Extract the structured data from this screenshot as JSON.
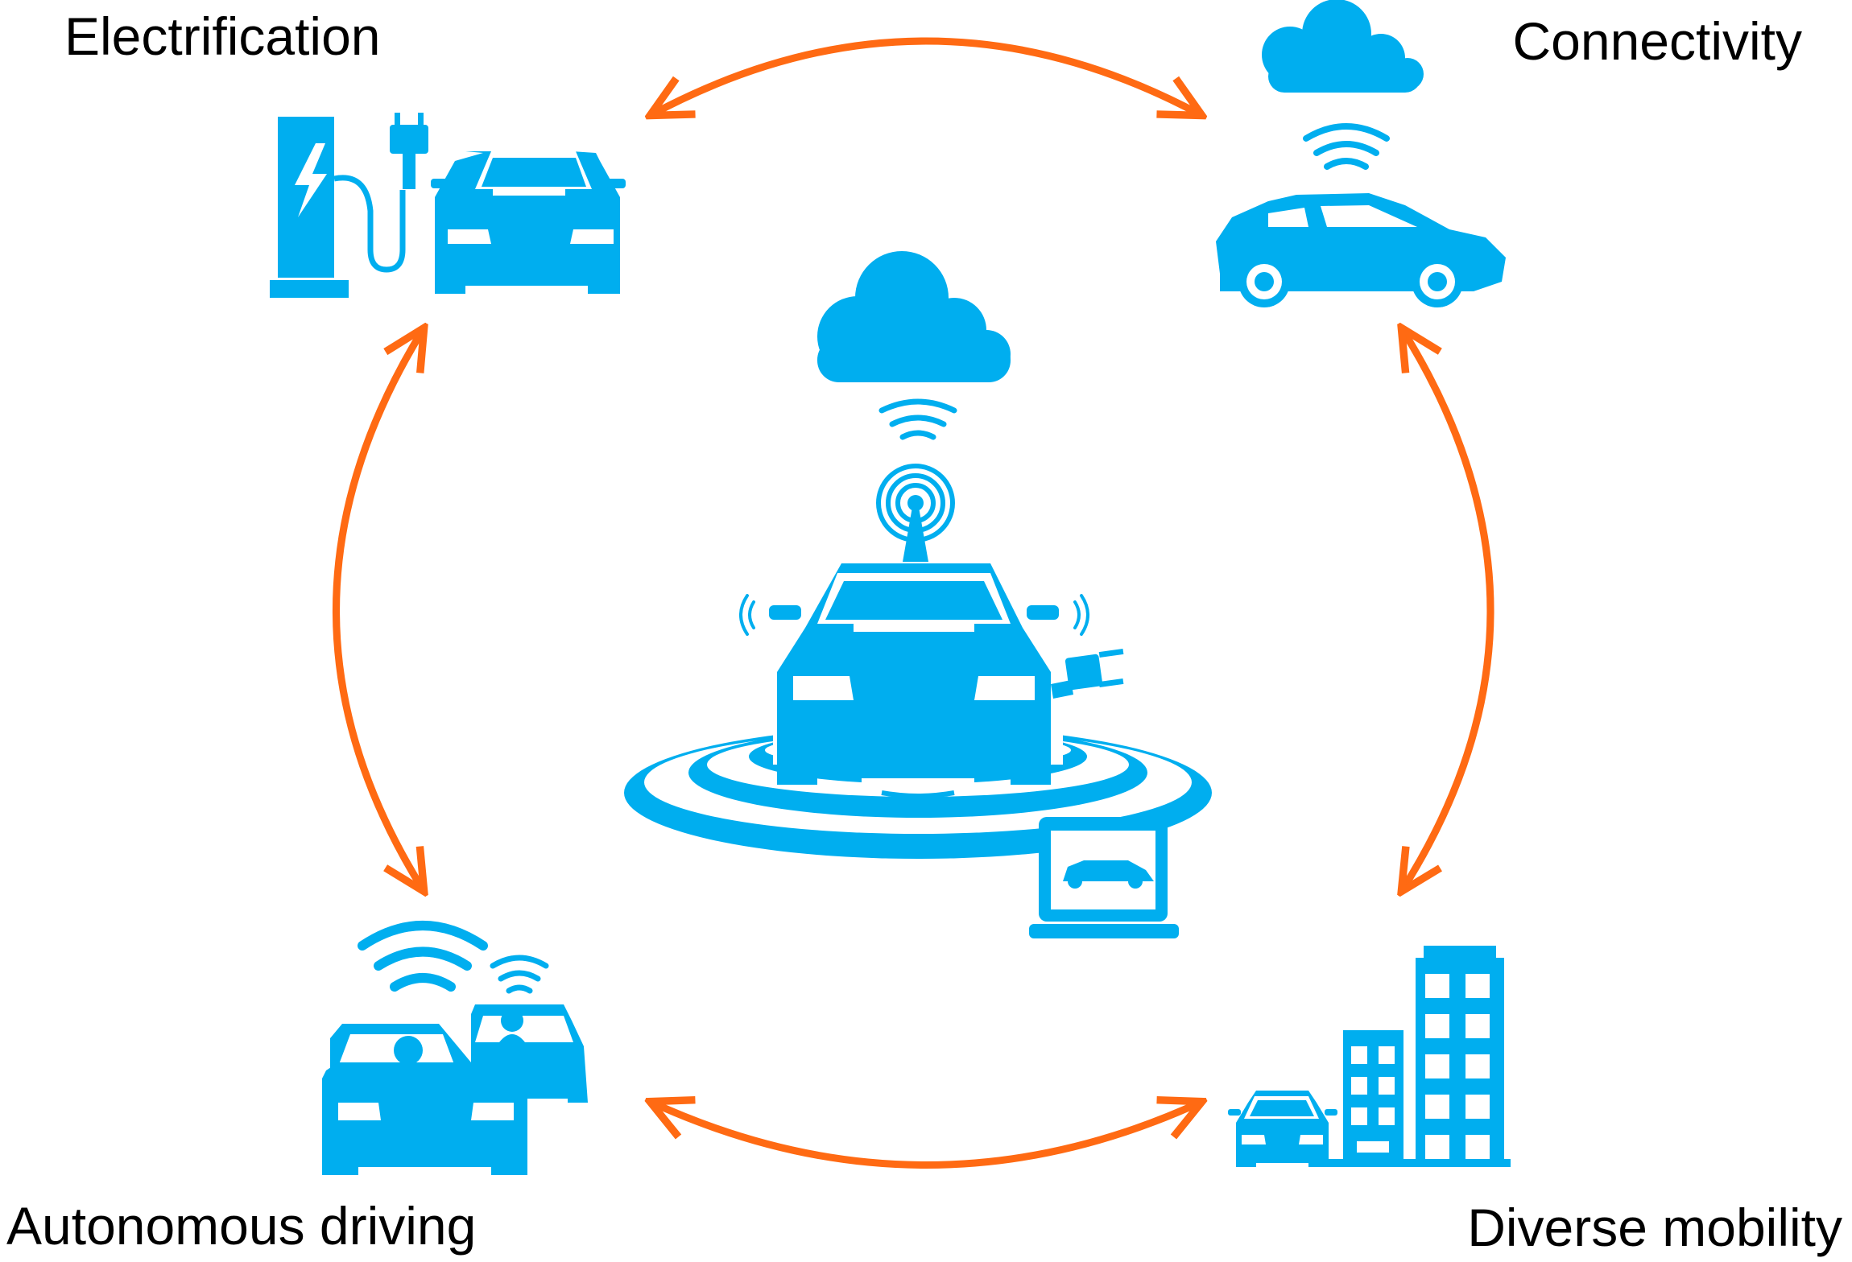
{
  "labels": {
    "top_left": "Electrification",
    "top_right": "Connectivity",
    "bottom_left": "Autonomous driving",
    "bottom_right": "Diverse mobility"
  },
  "colors": {
    "icon_blue": "#00AEEF",
    "arrow_orange": "#FF6A13",
    "text": "#000000"
  },
  "icons": {
    "top_left": [
      "charging-station-icon",
      "plug-icon",
      "car-front-icon"
    ],
    "top_right": [
      "cloud-icon",
      "wifi-signal-icon",
      "car-side-icon"
    ],
    "center": [
      "cloud-icon",
      "wifi-signal-icon",
      "antenna-icon",
      "car-front-icon",
      "plug-icon",
      "sensor-wave-icon",
      "laptop-icon"
    ],
    "bottom_left": [
      "wifi-signal-icon",
      "car-with-driver-icon"
    ],
    "bottom_right": [
      "car-front-icon",
      "building-icon"
    ]
  }
}
